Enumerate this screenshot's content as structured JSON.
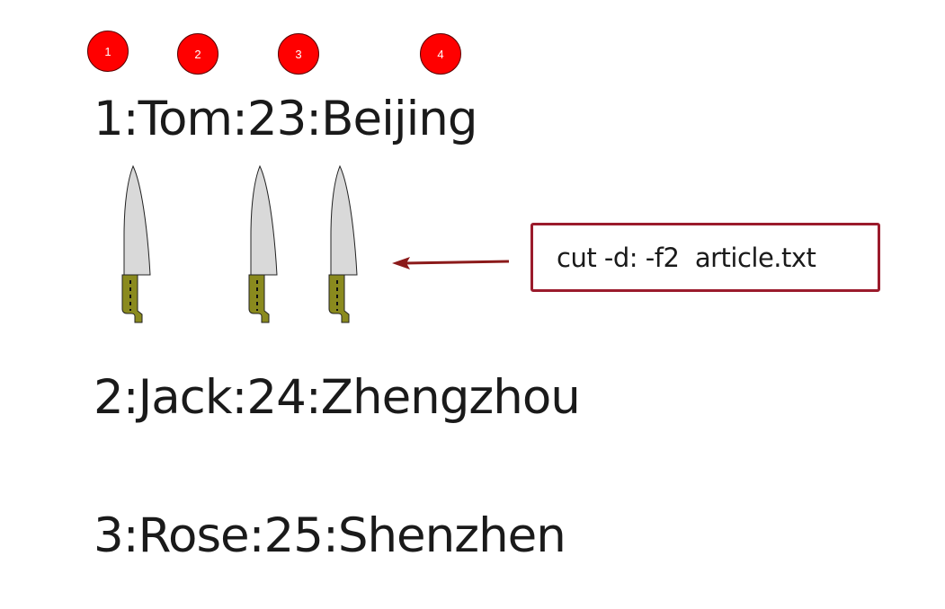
{
  "markers": [
    "1",
    "2",
    "3",
    "4"
  ],
  "records": [
    "1:Tom:23:Beijing",
    "2:Jack:24:Zhengzhou",
    "3:Rose:25:Shenzhen"
  ],
  "command": "cut -d: -f2  article.txt",
  "colors": {
    "marker_fill": "#ff0000",
    "box_border": "#9b1b2c",
    "arrow": "#8b1a1a",
    "blade": "#d9d9d9",
    "handle": "#8a8a1e",
    "text": "#1a1a1a"
  },
  "icons": [
    "knife-icon",
    "knife-icon",
    "knife-icon",
    "arrow-left-icon"
  ]
}
